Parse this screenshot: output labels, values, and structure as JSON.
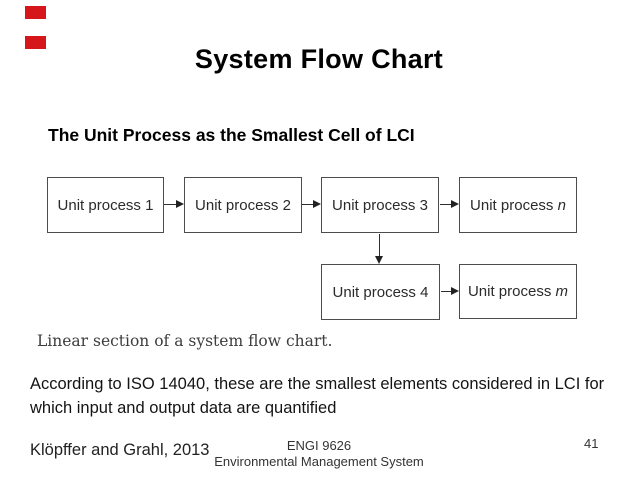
{
  "slide": {
    "accent_color": "#d5161a",
    "title": "System Flow Chart",
    "subtitle": "The Unit Process as the Smallest Cell of LCI",
    "flowchart": {
      "boxes": [
        {
          "prefix": "Unit process",
          "value": "1",
          "italic": false
        },
        {
          "prefix": "Unit process",
          "value": "2",
          "italic": false
        },
        {
          "prefix": "Unit process",
          "value": "3",
          "italic": false
        },
        {
          "prefix": "Unit process",
          "value": "n",
          "italic": true
        },
        {
          "prefix": "Unit process",
          "value": "4",
          "italic": false
        },
        {
          "prefix": "Unit process",
          "value": "m",
          "italic": true
        }
      ],
      "connections": [
        "Unit process 1 -> Unit process 2",
        "Unit process 2 -> Unit process 3",
        "Unit process 3 -> Unit process n",
        "Unit process 3 -> Unit process 4 (down)",
        "Unit process 4 -> Unit process m"
      ]
    },
    "caption": "Linear section of a system flow chart.",
    "body_lines": [
      "According to ISO 14040, these are the smallest elements considered in LCI for",
      "which input and output data are quantified"
    ],
    "footer": {
      "citation": "Klöpffer and Grahl, 2013",
      "course_code": "ENGI 9626",
      "course_name": "Environmental Management System",
      "page_number": "41"
    }
  }
}
